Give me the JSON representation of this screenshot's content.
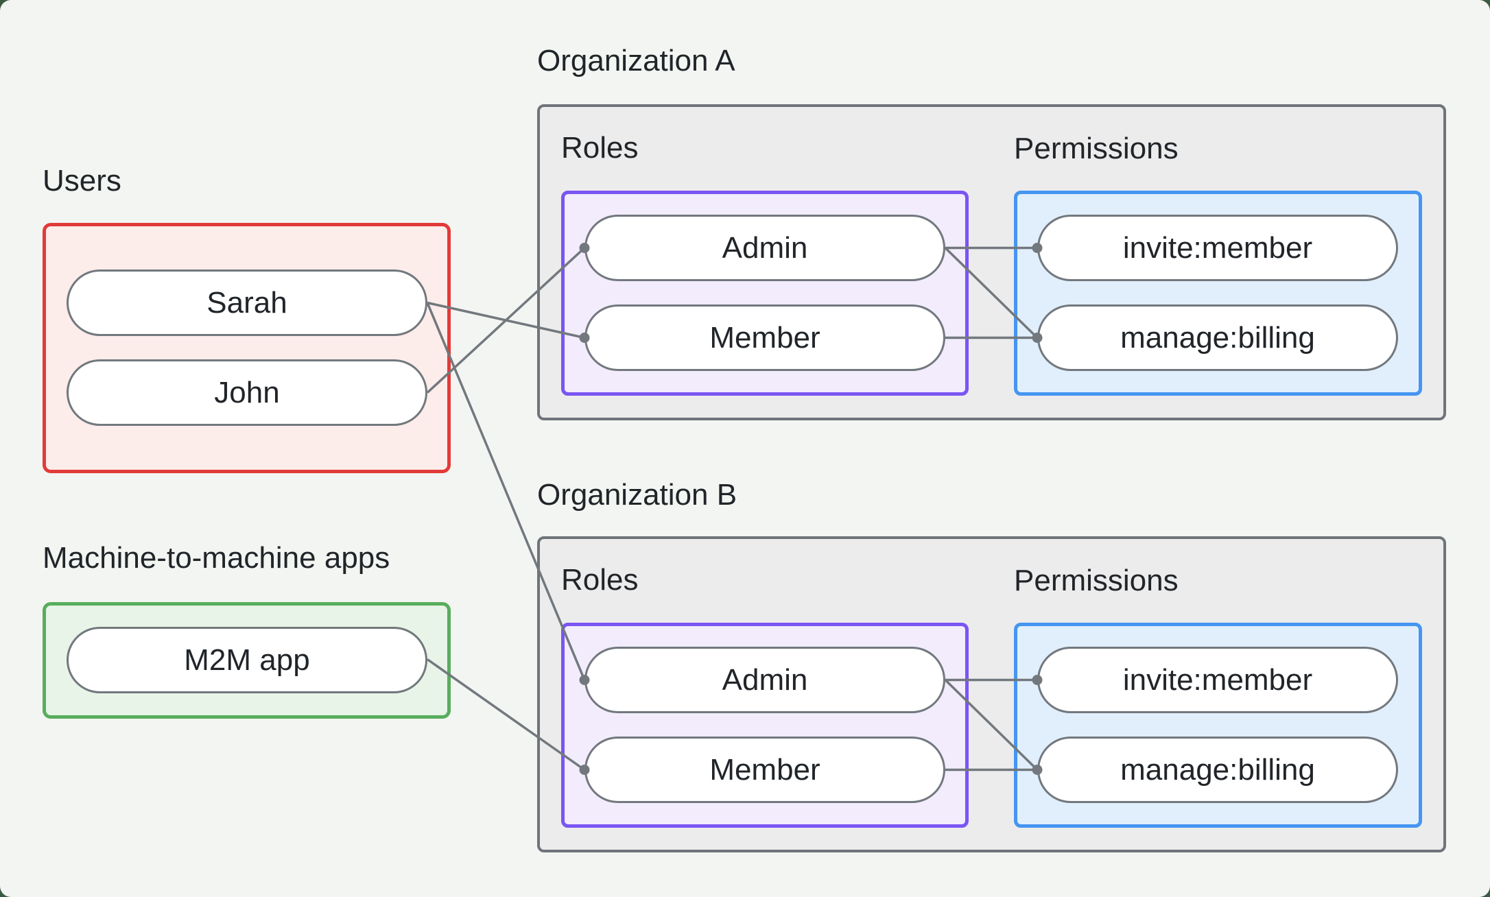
{
  "diagram": {
    "users": {
      "label": "Users",
      "items": [
        {
          "label": "Sarah"
        },
        {
          "label": "John"
        }
      ]
    },
    "m2m_apps": {
      "label": "Machine-to-machine apps",
      "items": [
        {
          "label": "M2M app"
        }
      ]
    },
    "organizations": [
      {
        "label": "Organization A",
        "roles_label": "Roles",
        "permissions_label": "Permissions",
        "roles": [
          {
            "label": "Admin"
          },
          {
            "label": "Member"
          }
        ],
        "permissions": [
          {
            "label": "invite:member"
          },
          {
            "label": "manage:billing"
          }
        ]
      },
      {
        "label": "Organization B",
        "roles_label": "Roles",
        "permissions_label": "Permissions",
        "roles": [
          {
            "label": "Admin"
          },
          {
            "label": "Member"
          }
        ],
        "permissions": [
          {
            "label": "invite:member"
          },
          {
            "label": "manage:billing"
          }
        ]
      }
    ],
    "connections": [
      {
        "from": "Sarah",
        "to": "Organization A / Member"
      },
      {
        "from": "John",
        "to": "Organization A / Admin"
      },
      {
        "from": "Sarah",
        "to": "Organization B / Admin"
      },
      {
        "from": "M2M app",
        "to": "Organization B / Member"
      },
      {
        "from": "Organization A / Admin",
        "to": "Organization A / invite:member"
      },
      {
        "from": "Organization A / Admin",
        "to": "Organization A / manage:billing"
      },
      {
        "from": "Organization A / Member",
        "to": "Organization A / manage:billing"
      },
      {
        "from": "Organization B / Admin",
        "to": "Organization B / invite:member"
      },
      {
        "from": "Organization B / Admin",
        "to": "Organization B / manage:billing"
      },
      {
        "from": "Organization B / Member",
        "to": "Organization B / manage:billing"
      }
    ],
    "colors": {
      "background": "#f3f5f2",
      "outside_background": "#3b5a44",
      "text": "#212529",
      "users_border": "#e13b39",
      "users_fill": "#fcecea",
      "m2m_border": "#58ad5c",
      "m2m_fill": "#e8f4e8",
      "org_border": "#6e747a",
      "org_fill": "#ececec",
      "roles_border": "#7a55f3",
      "roles_fill": "#f2ecfd",
      "permissions_border": "#4595f2",
      "permissions_fill": "#e1effc",
      "connector": "#72787d",
      "node_fill": "#ffffff"
    }
  }
}
